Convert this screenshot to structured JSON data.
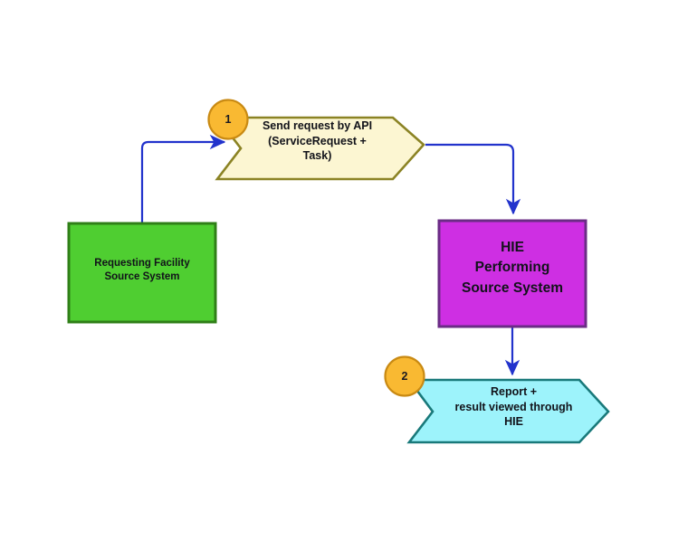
{
  "diagram": {
    "type": "flowchart",
    "background_color": "#ffffff",
    "nodes": [
      {
        "id": "send-request",
        "shape": "chevron-arrow",
        "label": "Send request by API\n(ServiceRequest +\nTask)",
        "fill_color": "#FCF6D2",
        "border_color": "#8B8324",
        "text_color": "#12131a",
        "badge": "1"
      },
      {
        "id": "requesting-facility",
        "shape": "rectangle",
        "label": "Requesting Facility\nSource System",
        "fill_color": "#4FCE31",
        "border_color": "#2F7F17",
        "text_color": "#12131a"
      },
      {
        "id": "hie-performing",
        "shape": "rectangle",
        "label": "HIE\nPerforming\nSource System",
        "fill_color": "#CE2FE3",
        "border_color": "#6B2C86",
        "text_color": "#12131a"
      },
      {
        "id": "report-result",
        "shape": "chevron-arrow",
        "label": "Report +\nresult viewed through\nHIE",
        "fill_color": "#9DF3FB",
        "border_color": "#19797A",
        "text_color": "#12131a",
        "badge": "2"
      }
    ],
    "badges": [
      {
        "id": "badge-1",
        "number": "1",
        "fill_color": "#F9B932",
        "border_color": "#C98A13"
      },
      {
        "id": "badge-2",
        "number": "2",
        "fill_color": "#F9B932",
        "border_color": "#C98A13"
      }
    ],
    "connectors": [
      {
        "id": "requesting-to-send",
        "from": "requesting-facility",
        "to": "send-request",
        "color": "#2233CC"
      },
      {
        "id": "send-to-hie",
        "from": "send-request",
        "to": "hie-performing",
        "color": "#2233CC"
      },
      {
        "id": "hie-to-report",
        "from": "hie-performing",
        "to": "report-result",
        "color": "#2233CC"
      }
    ]
  }
}
